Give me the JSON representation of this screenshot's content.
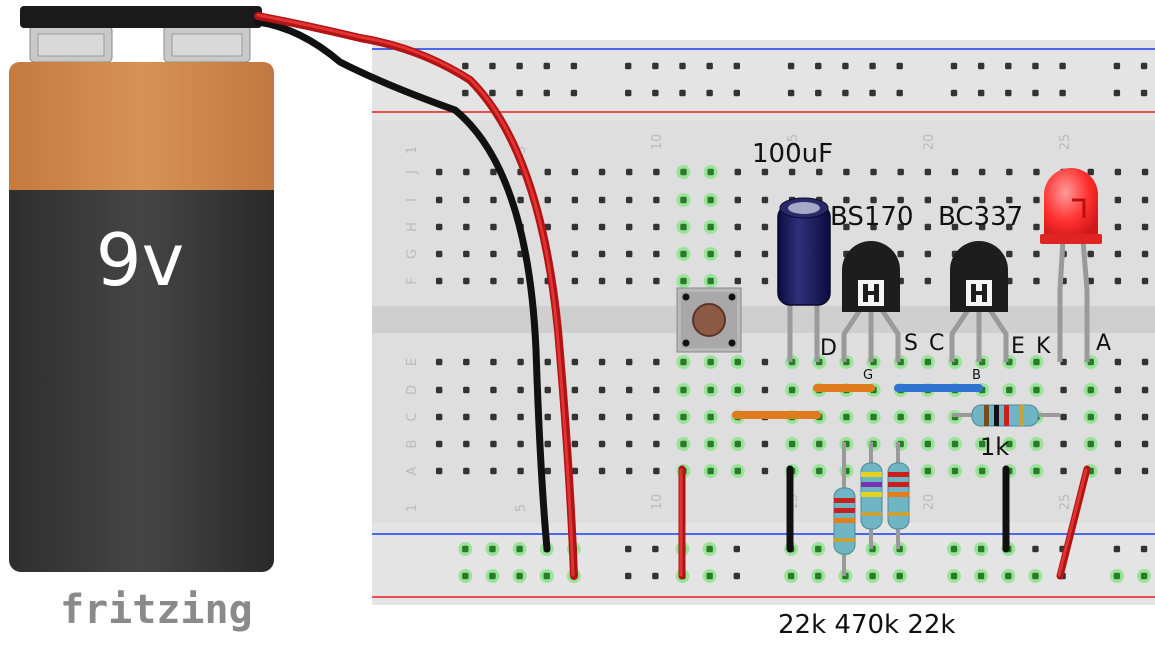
{
  "colors": {
    "breadboard": "#e4e4e4",
    "rail_blue": "#1a3cf0",
    "rail_red": "#e02020",
    "hole": "#333333",
    "hole_active": "#5bd15b",
    "wire_red": "#d42020",
    "wire_black": "#1a1a1a",
    "wire_orange": "#e07a1f",
    "wire_blue": "#2f74d0",
    "battery_top": "#d4894c",
    "battery_body": "#3b3b3b",
    "capacitor": "#1f1f66",
    "led": "#ff3030"
  },
  "battery": {
    "label": "9v"
  },
  "logo": {
    "text": "fritzing"
  },
  "breadboard": {
    "rows_top": [
      "J",
      "I",
      "H",
      "G",
      "F"
    ],
    "rows_bottom": [
      "E",
      "D",
      "C",
      "B",
      "A"
    ],
    "column_numbers_top": [
      "1",
      "5",
      "10",
      "15",
      "20",
      "25"
    ],
    "column_numbers_bottom": [
      "1",
      "5",
      "10",
      "15",
      "20",
      "25"
    ]
  },
  "components": {
    "capacitor_value": "100uF",
    "mosfet_name": "BS170",
    "transistor_name": "BC337",
    "mosfet_pins": {
      "drain": "D",
      "gate": "G",
      "source": "S"
    },
    "transistor_pins": {
      "collector": "C",
      "base": "B",
      "emitter": "E"
    },
    "led_pins": {
      "cathode": "K",
      "anode": "A"
    },
    "resistor_1k_label": "1k",
    "resistors_bottom_label": "22k 470k 22k"
  }
}
